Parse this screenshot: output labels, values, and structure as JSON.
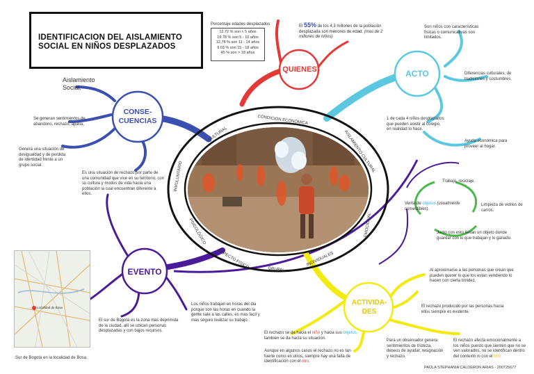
{
  "title": "IDENTIFICACION DEL AISLAMIENTO SOCIAL EN NIÑOS DESPLAZADOS",
  "stats": {
    "heading": "Porcentaje edades desplazados",
    "rows": [
      "12.72 %  son  < 5 años",
      "19.78 %  son  5 - 10 años",
      "12.78 %  son  11 - 14 años",
      "9.03 %  son  15 - 18 años",
      "45 %  son  > 18 años"
    ]
  },
  "quienes": {
    "label": "QUIENES",
    "text_a": "El",
    "pct": "55%",
    "text_b": "de los 4,3 millones de la población desplazada son menores de edad.",
    "text_c": "(mas de 2 millones de niños)"
  },
  "acto": {
    "label": "ACTO",
    "items": [
      "Son niños con características físicas o comunicativas son limitados.",
      "Diferencias culturales, de tradiciones y costumbres.",
      "1 de cada 4 niños desplazados que pueden asistir al colegio, en realidad lo hace.",
      "Ayuda económica para proveer al hogar."
    ]
  },
  "consecuencias": {
    "label_1": "CONSE-",
    "label_2": "CUENCIAS",
    "items": [
      "Aislamiento Social.",
      "Se generan sentimientos de abandono, rechazo, apatía,",
      "Genera una situación de desigualdad y de perdida de identidad frente a un grupo social.",
      "Es una situación de rechazo por parte de una comunidad que vive en su territorio, con su cultura y modos de vida hacia una población la cual encuentran diferente a ellos."
    ]
  },
  "ring": {
    "labels": [
      "CULTURAL",
      "CONDICION ECONÓMICA",
      "AISLAMIENTO CULTURAL",
      "EMOCIONAL",
      "INDIVIDUALES",
      "GRUPAL",
      "ASPECTO FISICO",
      "PSICOLÓGICO",
      "INVOLUNTARIO"
    ]
  },
  "evento": {
    "label": "EVENTO",
    "text_1": "Los niños trabajan en horas del dia porque son las horas en cuando la gente sale a las calles, es mas facil y mas seguro realizar su trabajo.",
    "text_2": "El sur de Bogotá es la zona mas deprimida de la ciudad, allí se ubican personas desplazadas y con bajos recursos.",
    "map_caption": "Sur de Bogotá en la localidad de Bosa.",
    "map_label": "Localidad de Bosa"
  },
  "trabajo": {
    "items": [
      "Trabajo, reciclaje.",
      "Limpieza de vidrios de carros.",
      "Junto con esto llevan un objeto donde guardar con lo que trabajan y lo ganado."
    ],
    "venta_a": "Venta de",
    "venta_obj": "objetos",
    "venta_b": "(usualmente comestibles)."
  },
  "actividades": {
    "label_1": "ACTIVIDA-",
    "label_2": "DES",
    "items": [
      "Al aproximarse a las personas que crean que pueden querer lo que los estan vendiendo lo hacen con cierta timidez.",
      "El rechazo producido por las personas hacia ellos siempre es evidente.",
      "Para un observador genera sentimientos de tristeza, deseos de ayudar, resignación y rechazo.",
      "El rechazo afecta emocionalmente a los niños puesto que sienten que no se ven valorados, no se identifican dentro del contexto ni con el"
    ],
    "item_last_hl": "otro.",
    "rechazo_a": "El rechazo se da hacia el",
    "rechazo_nino": "niño",
    "rechazo_b": "y hacia sus",
    "rechazo_obj": "objetos,",
    "rechazo_c": "tambien se da hacia su situación.",
    "aunque": "Aunque en algunos casos el rechazo no es tan fuerte como en otros, siempre hay una falta de identificación con el",
    "aunque_hl": "otro."
  },
  "author": "PAOLA STEPHANIA CALDERON ARIAS - 200725677",
  "colors": {
    "red": "#e53935",
    "blue": "#3a4fb0",
    "cyan": "#5bc8e0",
    "purple": "#4a1a9a",
    "yellow": "#f2ea10",
    "green": "#49b84a"
  }
}
